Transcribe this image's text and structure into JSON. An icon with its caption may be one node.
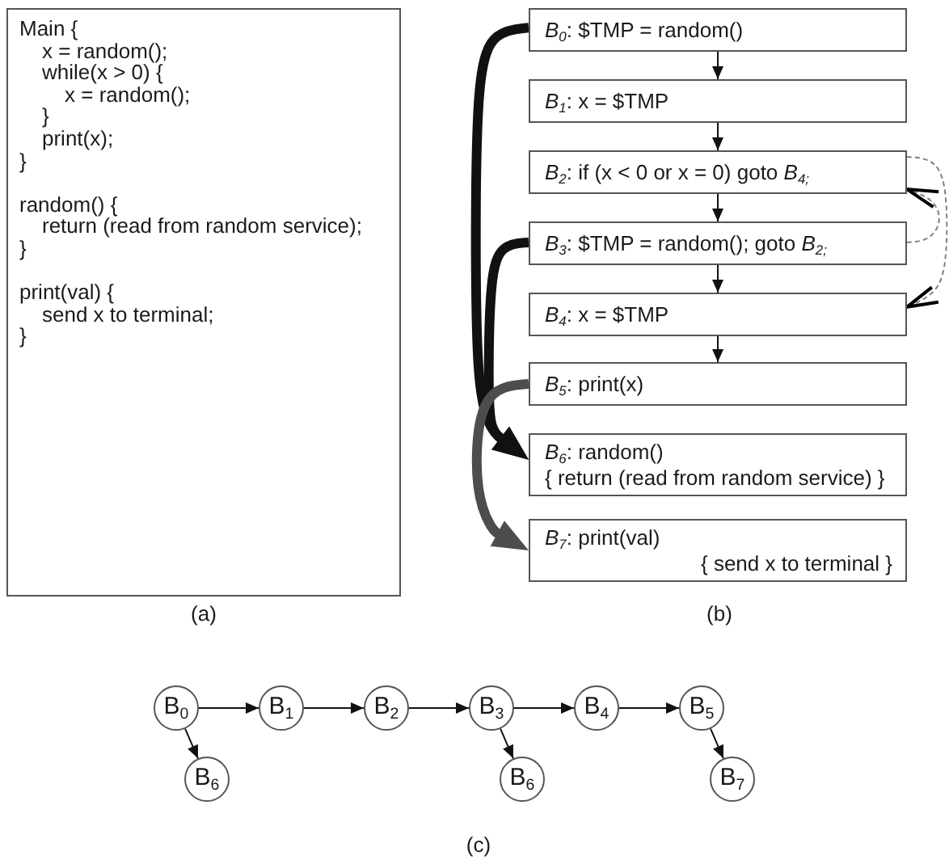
{
  "diagram": {
    "nodes": [
      {
        "text": [
          "Main {",
          "x = random();",
          "while(x > 0) {",
          "x = random();",
          "}",
          "print(x);",
          "}",
          "random() {",
          "return (read from random service);",
          "}",
          "print(val) {",
          "send x to terminal;",
          "}"
        ]
      },
      {
        "text": [
          "*B*$_{0}$: $TMP = random()"
        ]
      },
      {
        "text": [
          "*B*$_{1}$: x = $TMP"
        ]
      },
      {
        "text": [
          "*B*$_{2}$: if (x < 0 or x = 0) goto *B*$_{4;}$"
        ]
      },
      {
        "text": [
          "*B*$_{3}$: $TMP = random(); goto *B*$_{2;}$"
        ]
      },
      {
        "text": [
          "*B*$_{4}$: x = $TMP"
        ]
      },
      {
        "text": [
          "*B*$_{5}$: print(x)"
        ]
      },
      {
        "text": [
          "*B*$_{6}$: random()",
          "{ return (read from random service) }"
        ]
      },
      {
        "text": [
          "*B*$_{7}$: print(val)",
          "{ send x to terminal }"
        ]
      },
      {
        "text": [
          "B$_{0}$"
        ]
      },
      {
        "text": [
          "B$_{1}$"
        ]
      },
      {
        "text": [
          "B$_{2}$"
        ]
      },
      {
        "text": [
          "B$_{3}$"
        ]
      },
      {
        "text": [
          "B$_{4}$"
        ]
      },
      {
        "text": [
          "B$_{5}$"
        ]
      },
      {
        "text": [
          "B$_{6}$"
        ]
      },
      {
        "text": [
          "B$_{6}$"
        ]
      },
      {
        "text": [
          "B$_{7}$"
        ]
      }
    ],
    "edges": [
      {
        "from": 1,
        "to": 2,
        "arrow": "to"
      },
      {
        "from": 2,
        "to": 3,
        "arrow": "to"
      },
      {
        "from": 3,
        "to": 4,
        "arrow": "to"
      },
      {
        "from": 4,
        "to": 5,
        "arrow": "to"
      },
      {
        "from": 5,
        "to": 6,
        "arrow": "to"
      },
      {
        "from": 3,
        "to": 5,
        "arrow": "to",
        "style": "dashed",
        "color": "#808080"
      },
      {
        "from": 4,
        "to": 3,
        "arrow": "to",
        "style": "dashed",
        "color": "#808080"
      },
      {
        "from": 1,
        "to": 7,
        "arrow": "to",
        "style": "thick"
      },
      {
        "from": 4,
        "to": 7,
        "arrow": "to",
        "style": "thick"
      },
      {
        "from": 6,
        "to": 8,
        "arrow": "to",
        "style": "thick",
        "color": "#4d4d4d"
      },
      {
        "from": 9,
        "to": 10,
        "arrow": "to"
      },
      {
        "from": 10,
        "to": 11,
        "arrow": "to"
      },
      {
        "from": 11,
        "to": 12,
        "arrow": "to"
      },
      {
        "from": 12,
        "to": 13,
        "arrow": "to"
      },
      {
        "from": 13,
        "to": 14,
        "arrow": "to"
      },
      {
        "from": 9,
        "to": 15,
        "arrow": "to"
      },
      {
        "from": 12,
        "to": 16,
        "arrow": "to"
      },
      {
        "from": 14,
        "to": 17,
        "arrow": "to"
      }
    ],
    "labels": [
      "(a)",
      "(b)",
      "(c)"
    ]
  }
}
